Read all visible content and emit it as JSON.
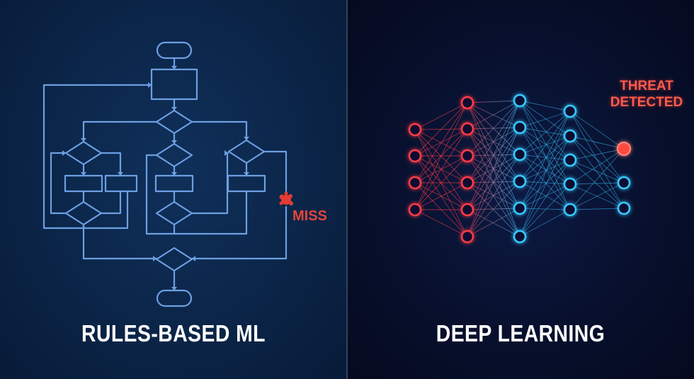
{
  "left_panel": {
    "caption": "RULES-BASED ML",
    "miss_label": "MISS",
    "colors": {
      "line": "#6d9fe2",
      "miss": "#e23b34"
    }
  },
  "right_panel": {
    "caption": "DEEP LEARNING",
    "threat_label": "THREAT\nDETECTED",
    "colors": {
      "red_node": "#ff3b47",
      "blue_node": "#37c8ff",
      "threat": "#ff4b3e"
    },
    "network": {
      "layers": [
        {
          "nodes": 4,
          "color": "red"
        },
        {
          "nodes": 6,
          "color": "red"
        },
        {
          "nodes": 6,
          "color": "blue"
        },
        {
          "nodes": 5,
          "color": "blue"
        },
        {
          "nodes": 3,
          "color": "blue",
          "highlight_first": true
        }
      ]
    }
  }
}
